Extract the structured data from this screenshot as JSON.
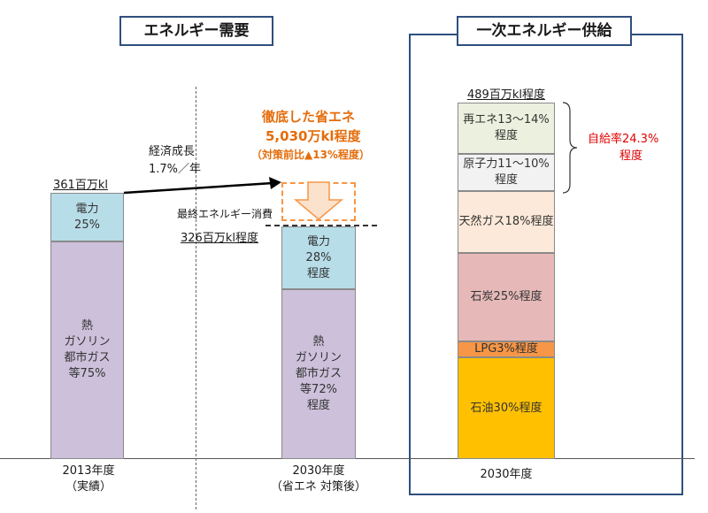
{
  "header": {
    "demand_title": "エネルギー需要",
    "supply_title": "一次エネルギー供給"
  },
  "bars": {
    "y2013": {
      "total": "361百万kl",
      "segments": [
        {
          "lines": [
            "電力",
            "25%"
          ],
          "color": "#b7dde8"
        },
        {
          "lines": [
            "熱",
            "ガソリン",
            "都市ガス",
            "等75%"
          ],
          "color": "#ccc0da"
        }
      ],
      "caption": [
        "2013年度",
        "（実績）"
      ]
    },
    "y2030_demand": {
      "total": "326百万kl程度",
      "segments": [
        {
          "lines": [
            "電力",
            "28%",
            "程度"
          ],
          "color": "#b7dde8"
        },
        {
          "lines": [
            "熱",
            "ガソリン",
            "都市ガス",
            "等72%",
            "程度"
          ],
          "color": "#ccc0da"
        }
      ],
      "caption": [
        "2030年度",
        "（省エネ 対策後）"
      ]
    },
    "y2030_supply": {
      "total": "489百万kl程度",
      "segments": [
        {
          "lines": [
            "再エネ13～14%",
            "程度"
          ],
          "color": "#ebf1de"
        },
        {
          "lines": [
            "原子力11～10%",
            "程度"
          ],
          "color": "#f2f2f2"
        },
        {
          "lines": [
            "天然ガス18%程度"
          ],
          "color": "#fde9d9"
        },
        {
          "lines": [
            "石炭25%程度"
          ],
          "color": "#e6b9b8"
        },
        {
          "lines": [
            "LPG3%程度"
          ],
          "color": "#f79646"
        },
        {
          "lines": [
            "石油30%程度"
          ],
          "color": "#ffc000"
        }
      ],
      "caption": [
        "2030年度"
      ]
    }
  },
  "annotations": {
    "growth_line1": "経済成長",
    "growth_line2": "1.7%／年",
    "saving_line1": "徹底した省エネ",
    "saving_line2": "5,030万kl程度",
    "saving_line3": "（対策前比▲13%程度）",
    "final_consumption": "最終エネルギー消費",
    "self_sufficiency_line1": "自給率24.3%",
    "self_sufficiency_line2": "程度"
  },
  "chart_data": [
    {
      "type": "bar",
      "categories": [
        "2013年度（実績）"
      ],
      "series": [
        {
          "name": "電力",
          "values": [
            25
          ]
        },
        {
          "name": "熱 ガソリン 都市ガス 等",
          "values": [
            75
          ]
        }
      ],
      "total": 361
    },
    {
      "type": "bar",
      "categories": [
        "2030年度（省エネ 対策後）"
      ],
      "series": [
        {
          "name": "電力",
          "values": [
            28
          ]
        },
        {
          "name": "熱 ガソリン 都市ガス 等",
          "values": [
            72
          ]
        }
      ],
      "total": 326
    },
    {
      "type": "bar",
      "categories": [
        "2030年度"
      ],
      "series": [
        {
          "name": "再エネ",
          "values": [
            13.5
          ]
        },
        {
          "name": "原子力",
          "values": [
            10.5
          ]
        },
        {
          "name": "天然ガス",
          "values": [
            18
          ]
        },
        {
          "name": "石炭",
          "values": [
            25
          ]
        },
        {
          "name": "LPG",
          "values": [
            3
          ]
        },
        {
          "name": "石油",
          "values": [
            30
          ]
        }
      ],
      "total": 489
    }
  ]
}
